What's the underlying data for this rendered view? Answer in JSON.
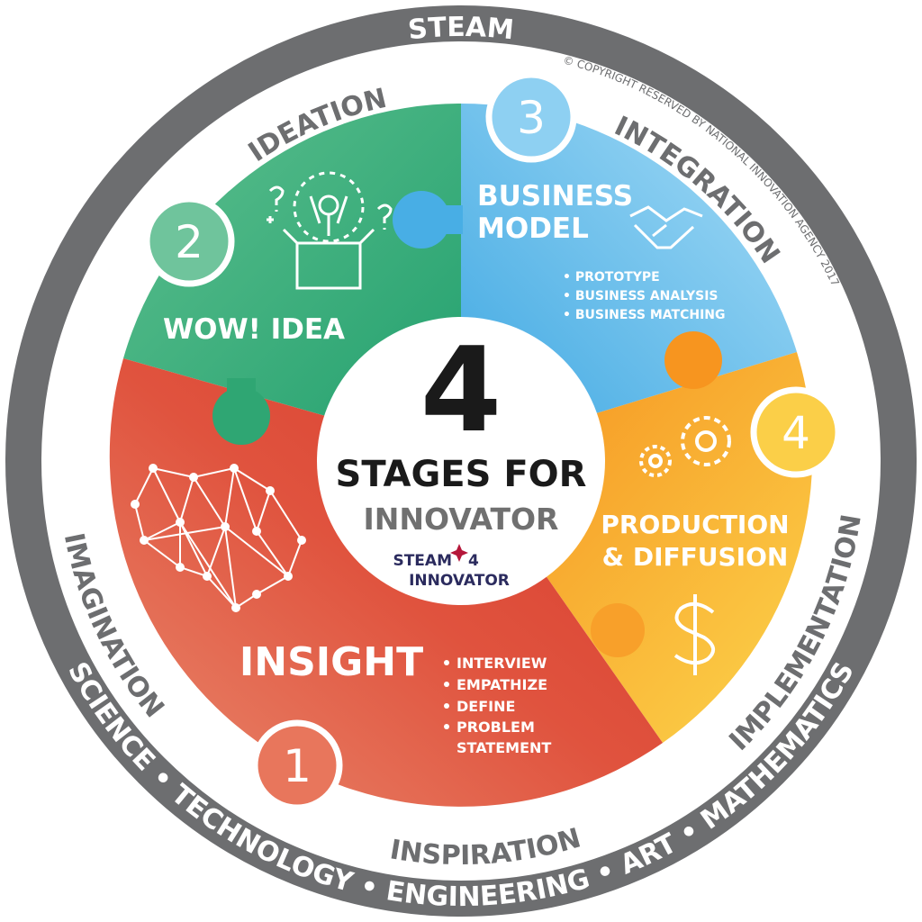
{
  "ring": {
    "top": "STEAM",
    "bottom": "SCIENCE • TECHNOLOGY • ENGINEERING • ART • MATHEMATICS",
    "copyright": "© COPYRIGHT RESERVED BY NATIONAL INNOVATION AGENCY 2017"
  },
  "phases": {
    "ideation": "IDEATION",
    "integration": "INTEGRATION",
    "implementation": "IMPLEMENTATION",
    "inspiration": "INSPIRATION",
    "imagination": "IMAGINATION"
  },
  "stages": [
    {
      "number": "1",
      "title": "INSIGHT",
      "bullets": [
        "INTERVIEW",
        "EMPATHIZE",
        "DEFINE",
        "PROBLEM",
        "STATEMENT"
      ],
      "color": "#dc4a36",
      "icon": "brain-network-icon"
    },
    {
      "number": "2",
      "title": "WOW! IDEA",
      "color": "#36ad7a",
      "icon": "idea-box-person-icon"
    },
    {
      "number": "3",
      "title_line1": "BUSINESS",
      "title_line2": "MODEL",
      "bullets": [
        "• PROTOTYPE",
        "• BUSINESS ANALYSIS",
        "• BUSINESS MATCHING"
      ],
      "color": "#5ab8ea",
      "icon": "handshake-icon"
    },
    {
      "number": "4",
      "title_line1": "PRODUCTION",
      "title_line2": "& DIFFUSION",
      "color": "#f8a024",
      "icon": "gears-icon",
      "icon2": "dollar-icon"
    }
  ],
  "center": {
    "big_number": "4",
    "line1": "STAGES FOR",
    "line2": "INNOVATOR",
    "logo_line1": "STEAM",
    "logo_num": "4",
    "logo_line2": "INNOVATOR"
  },
  "colors": {
    "ring": "#6d6e70",
    "navy": "#2b2b5e",
    "star": "#b5173a"
  }
}
